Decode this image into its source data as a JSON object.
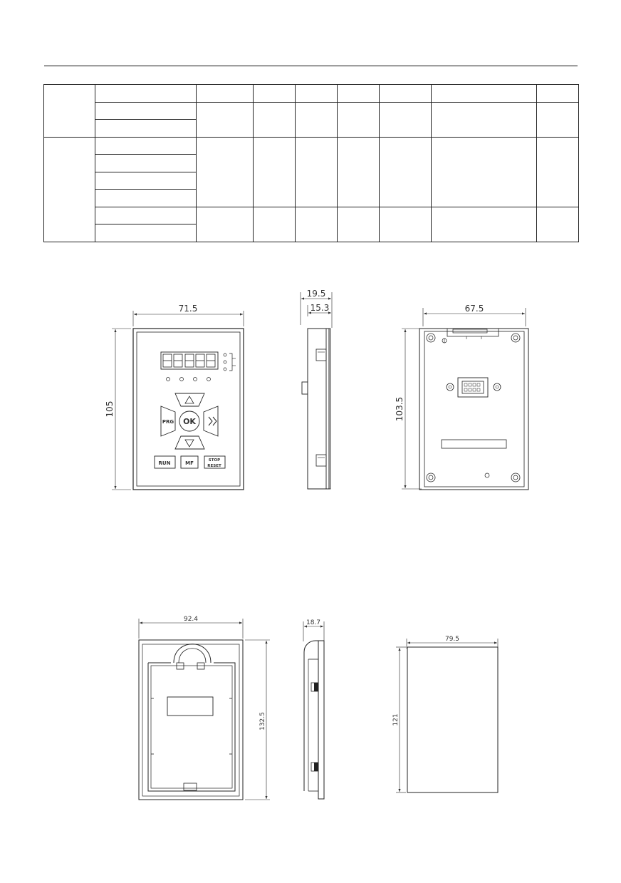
{
  "dimensions": {
    "keypad_front_width": "71.5",
    "keypad_front_height": "105",
    "keypad_side_total": "19.5",
    "keypad_side_inner": "15.3",
    "keypad_back_width": "67.5",
    "keypad_back_height": "103.5",
    "bracket_front_width": "92.4",
    "bracket_front_height": "132.5",
    "bracket_side_depth": "18.7",
    "cutout_width": "79.5",
    "cutout_height": "121"
  },
  "keypad": {
    "ok_label": "OK",
    "prg_label": "PRG",
    "run_label": "RUN",
    "mf_label": "MF",
    "stop_label": "STOP",
    "reset_label": "RESET"
  }
}
